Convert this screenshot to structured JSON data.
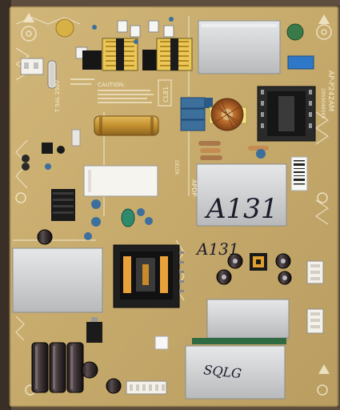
{
  "board": {
    "model_code": "AP-P242AM",
    "part_number": "2955048505",
    "caution_heading": "CAUTION:",
    "fuse_rating": "T 5AL 250V",
    "circuit_ref": "CL81",
    "brand_mark": "DELTA",
    "side_code": "APDP",
    "colors": {
      "pcb": "#c7ab6f",
      "heatsink": "#cfd1d3",
      "silkscreen": "#f3ead0",
      "capacitor_dark": "#2a2426",
      "capacitor_blue": "#3c6f9c",
      "coil_copper": "#b86a2c"
    }
  },
  "handwritten": {
    "label_primary": "A131",
    "label_secondary": "A131",
    "marker_scribble": "SQLG"
  }
}
